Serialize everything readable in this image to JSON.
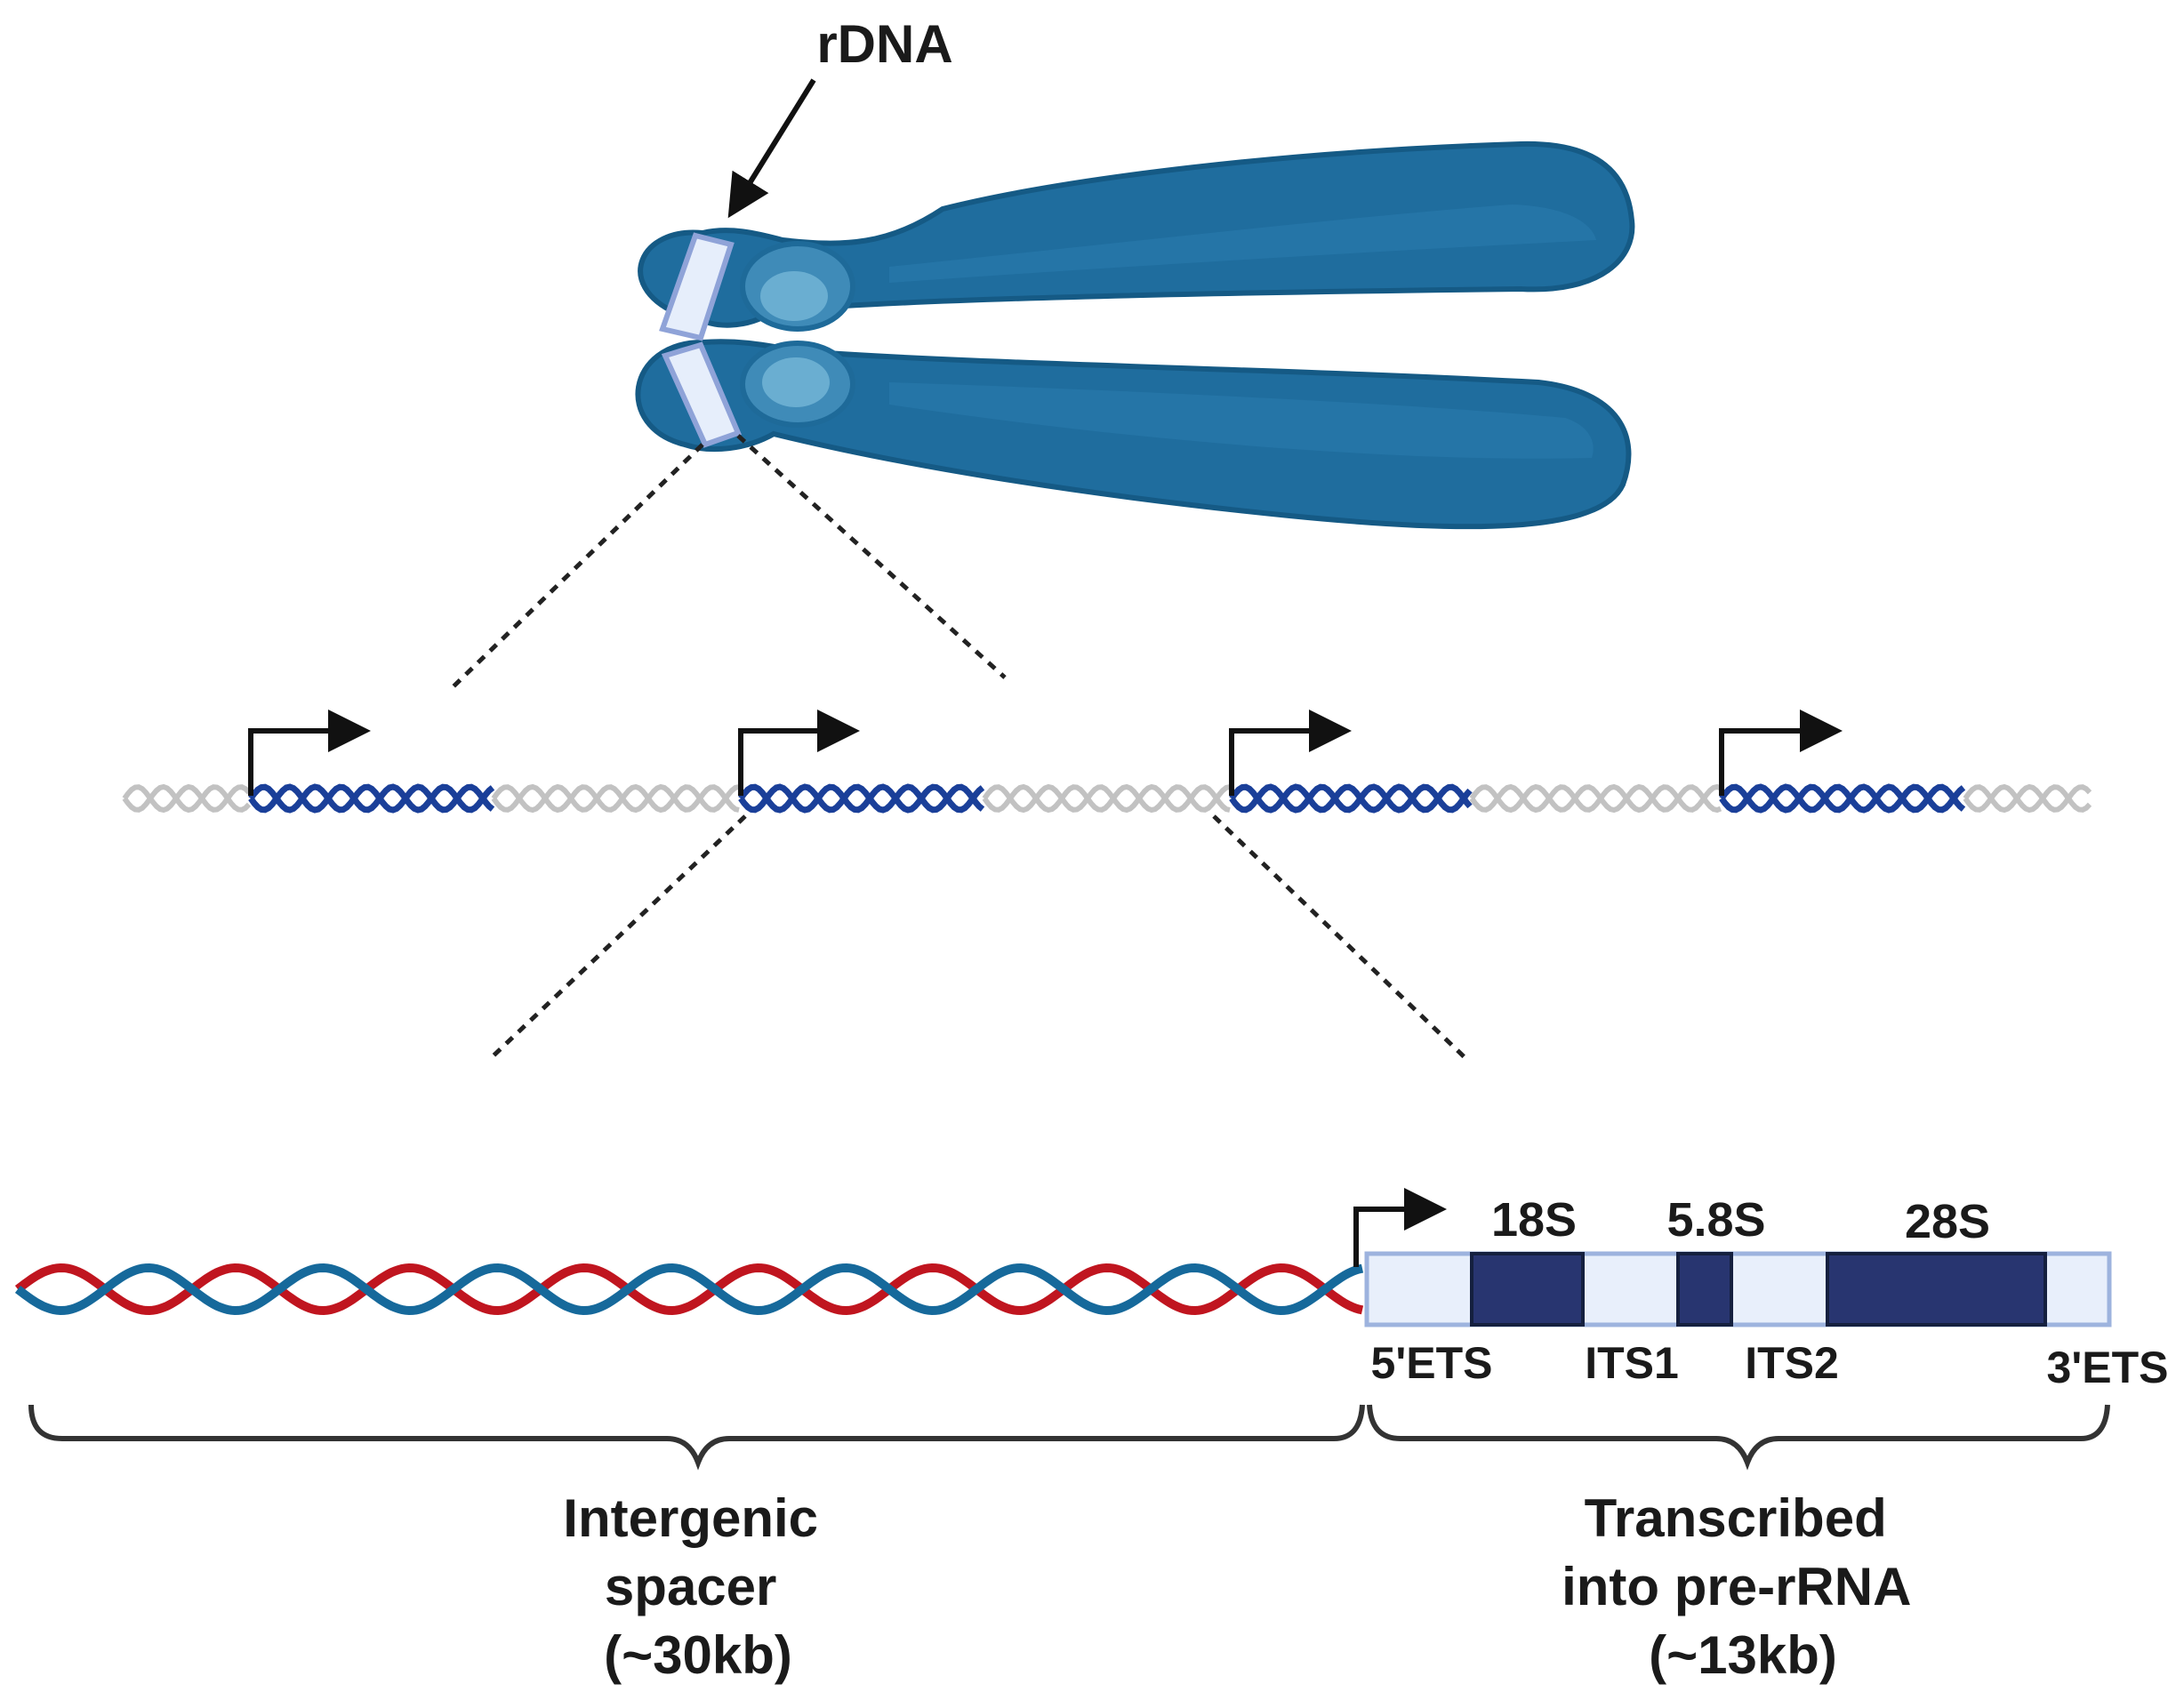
{
  "labels": {
    "rdna": "rDNA",
    "s18": "18S",
    "s58": "5.8S",
    "s28": "28S",
    "ets5": "5'ETS",
    "its1": "ITS1",
    "its2": "ITS2",
    "ets3": "3'ETS",
    "intergenic": [
      "Intergenic",
      "spacer",
      "(~30kb)"
    ],
    "transcribed": [
      "Transcribed",
      "into pre-rRNA",
      "(~13kb)"
    ]
  },
  "colors": {
    "chromosome": "#1f6d9e",
    "chromosome_dark": "#155a85",
    "centromere": "#4a97c0",
    "rdna_band": "#e6eefb",
    "rdna_band_border": "#8fa3d8",
    "gene_helix": "#1a3f99",
    "spacer_helix": "#c2c2c2",
    "strand_red": "#c0151f",
    "strand_blue": "#16699b",
    "exon_box": "#283570",
    "transcribed_box": "#e8effb",
    "transcribed_border": "#9db3de",
    "arrow": "#111111"
  }
}
